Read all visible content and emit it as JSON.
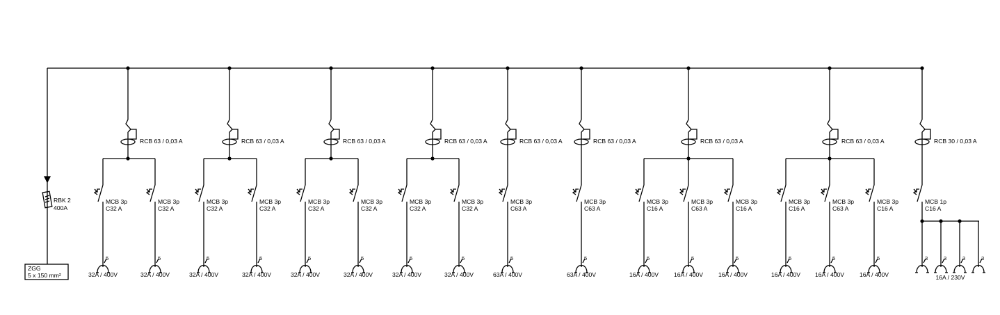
{
  "main_supply": {
    "fuse": {
      "name": "RBK 2",
      "rating": "400A"
    },
    "cable": {
      "label": "ZGG",
      "spec": "5 x 150 mm²"
    }
  },
  "groups": [
    {
      "rcb": "RCB 63 / 0,03 A",
      "breakers": [
        {
          "type": "MCB 3p",
          "rating": "C32 A",
          "poles": "5",
          "socket": "32A / 400V"
        },
        {
          "type": "MCB 3p",
          "rating": "C32 A",
          "poles": "5",
          "socket": "32A / 400V"
        }
      ]
    },
    {
      "rcb": "RCB 63 / 0,03 A",
      "breakers": [
        {
          "type": "MCB 3p",
          "rating": "C32 A",
          "poles": "5",
          "socket": "32A / 400V"
        },
        {
          "type": "MCB 3p",
          "rating": "C32 A",
          "poles": "5",
          "socket": "32A / 400V"
        }
      ]
    },
    {
      "rcb": "RCB 63 / 0,03 A",
      "breakers": [
        {
          "type": "MCB 3p",
          "rating": "C32 A",
          "poles": "5",
          "socket": "32A / 400V"
        },
        {
          "type": "MCB 3p",
          "rating": "C32 A",
          "poles": "5",
          "socket": "32A / 400V"
        }
      ]
    },
    {
      "rcb": "RCB 63 / 0,03 A",
      "breakers": [
        {
          "type": "MCB 3p",
          "rating": "C32 A",
          "poles": "5",
          "socket": "32A / 400V"
        },
        {
          "type": "MCB 3p",
          "rating": "C32 A",
          "poles": "5",
          "socket": "32A / 400V"
        }
      ]
    },
    {
      "rcb": "RCB 63 / 0,03 A",
      "breakers": [
        {
          "type": "MCB 3p",
          "rating": "C63 A",
          "poles": "5",
          "socket": "63A / 400V"
        }
      ]
    },
    {
      "rcb": "RCB 63 / 0,03 A",
      "breakers": [
        {
          "type": "MCB 3p",
          "rating": "C63 A",
          "poles": "5",
          "socket": "63A / 400V"
        }
      ]
    },
    {
      "rcb": "RCB 63 / 0,03 A",
      "breakers": [
        {
          "type": "MCB 3p",
          "rating": "C16 A",
          "poles": "5",
          "socket": "16A / 400V"
        },
        {
          "type": "MCB 3p",
          "rating": "C63 A",
          "poles": "5",
          "socket": "16A / 400V"
        },
        {
          "type": "MCB 3p",
          "rating": "C16 A",
          "poles": "5",
          "socket": "16A / 400V"
        }
      ]
    },
    {
      "rcb": "RCB 63 / 0,03 A",
      "breakers": [
        {
          "type": "MCB 3p",
          "rating": "C16 A",
          "poles": "5",
          "socket": "16A / 400V"
        },
        {
          "type": "MCB 3p",
          "rating": "C63 A",
          "poles": "5",
          "socket": "16A / 400V"
        },
        {
          "type": "MCB 3p",
          "rating": "C16 A",
          "poles": "5",
          "socket": "16A / 400V"
        }
      ]
    },
    {
      "rcb": "RCB 30 / 0,03 A",
      "breakers": [
        {
          "type": "MCB 1p",
          "rating": "C16 A",
          "poles": "3",
          "socket": "16A / 230V",
          "outlet_count": 4
        }
      ]
    }
  ]
}
